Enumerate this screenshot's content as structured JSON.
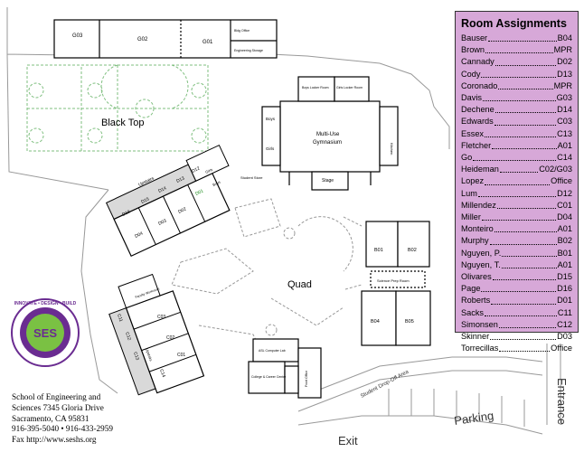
{
  "labels": {
    "black_top": "Black Top",
    "quad": "Quad",
    "parking": "Parking",
    "exit": "Exit",
    "entrance": "Entrance",
    "drop_off": "Student Drop-Off Area",
    "multi_use": "Multi-Use",
    "gymnasium": "Gymnasium",
    "stage": "Stage",
    "kitchen": "Kitchen",
    "boys_gym": "Boys",
    "girls_gym": "Girls",
    "boys_locker": "Boys Locker Room",
    "girls_locker": "Girls Locker Room",
    "upstairs_top": "Upstairs",
    "upstairs_bottom": "Upstairs",
    "girls_restroom": "Girls",
    "boys_restroom": "Boys",
    "student_store": "Student Store",
    "science_prep": "Science Prep Room",
    "computer_lab": "ASL Computer Lab",
    "college_career": "College & Career Center",
    "front_office": "Front Office",
    "faculty_workroom": "Faculty Workroom",
    "bldg_office": "Bldg Office",
    "engineering_storage": "Engineering Storage"
  },
  "rooms": {
    "g03": "G03",
    "g02": "G02",
    "g01": "G01",
    "d16": "D16",
    "d15": "D15",
    "d14": "D14",
    "d13": "D13",
    "d12": "D12",
    "d01": "D01",
    "d02": "D02",
    "d03": "D03",
    "d04": "D04",
    "b01": "B01",
    "b02": "B02",
    "b04": "B04",
    "b05": "B05",
    "c11": "C11",
    "c12": "C12",
    "c13": "C13",
    "c14": "C14",
    "c01": "C01",
    "c02": "C02",
    "c03": "C03"
  },
  "room_assignments": {
    "title": "Room Assignments",
    "rows": [
      {
        "name": "Bauser",
        "room": "B04"
      },
      {
        "name": "Brown",
        "room": "MPR"
      },
      {
        "name": "Cannady",
        "room": "D02"
      },
      {
        "name": "Cody",
        "room": "D13"
      },
      {
        "name": "Coronado",
        "room": "MPR"
      },
      {
        "name": "Davis",
        "room": "G03"
      },
      {
        "name": "Dechene",
        "room": "D14"
      },
      {
        "name": "Edwards",
        "room": "C03"
      },
      {
        "name": "Essex",
        "room": "C13"
      },
      {
        "name": "Fletcher",
        "room": "A01"
      },
      {
        "name": "Go",
        "room": "C14"
      },
      {
        "name": "Heideman",
        "room": "C02/G03"
      },
      {
        "name": "Lopez",
        "room": "Office"
      },
      {
        "name": "Lum",
        "room": "D12"
      },
      {
        "name": "Millendez",
        "room": "C01"
      },
      {
        "name": "Miller",
        "room": "D04"
      },
      {
        "name": "Monteiro",
        "room": "A01"
      },
      {
        "name": "Murphy",
        "room": "B02"
      },
      {
        "name": "Nguyen, P.",
        "room": "B01"
      },
      {
        "name": "Nguyen, T.",
        "room": "A01"
      },
      {
        "name": "Olivares",
        "room": "D15"
      },
      {
        "name": "Page",
        "room": "D16"
      },
      {
        "name": "Roberts",
        "room": "D01"
      },
      {
        "name": "Sacks",
        "room": "C11"
      },
      {
        "name": "Simonsen",
        "room": "C12"
      },
      {
        "name": "Skinner",
        "room": "D03"
      },
      {
        "name": "Torrecillas",
        "room": "Office"
      }
    ]
  },
  "school": {
    "line1": "School of Engineering and",
    "line2": "Sciences 7345 Gloria Drive",
    "line3": "Sacramento, CA 95831",
    "line4": "916-395-5040 • 916-433-2959",
    "line5": "Fax http://www.seshs.org"
  },
  "seal": {
    "center": "SES",
    "ring_text": "INNOVATE • DESIGN • BUILD"
  },
  "colors": {
    "panel": "#d7a8d8",
    "shaded_building": "#d9d9d9",
    "court_lines": "#7fbf7f",
    "seal_purple": "#6a2c91",
    "seal_green": "#7ac143"
  }
}
